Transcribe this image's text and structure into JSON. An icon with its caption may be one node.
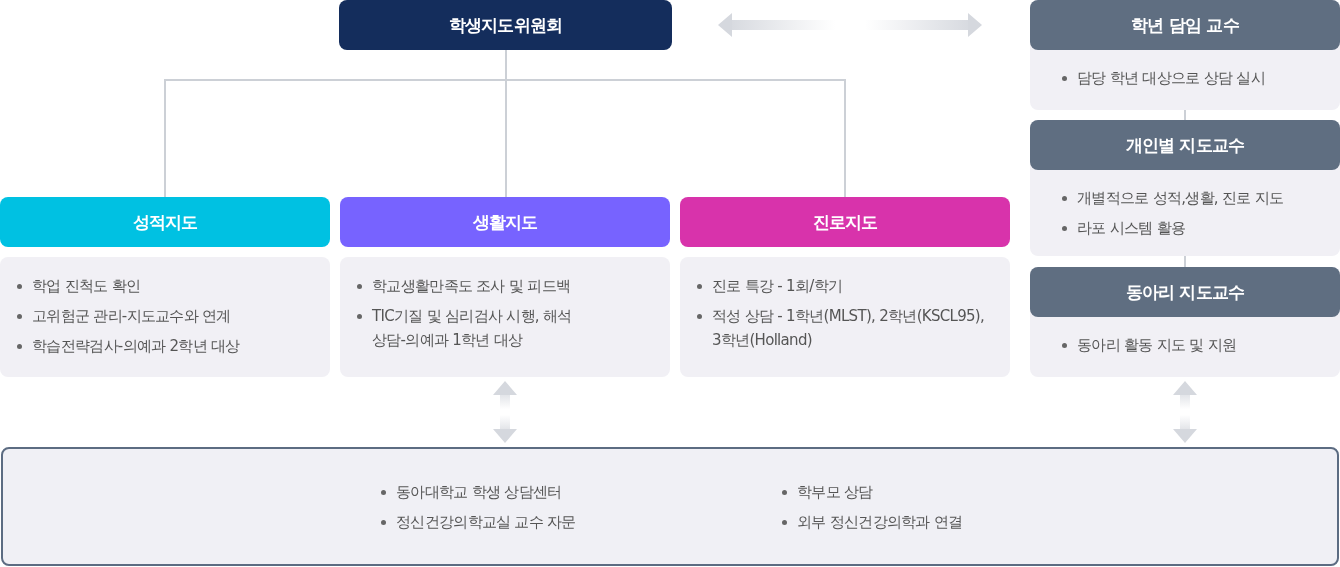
{
  "diagram": {
    "nodes": [
      {
        "text": [
          "학생지도위원회"
        ]
      },
      {
        "text": [
          "성적지도"
        ]
      },
      {
        "text": [
          "학업 진척도 확인",
          "고위험군 관리-지도교수와 연계",
          "학습전략검사-의예과 2학년 대상"
        ]
      },
      {
        "text": [
          "생활지도"
        ]
      },
      {
        "text": [
          "학교생활만족도 조사 및 피드백",
          "TIC기질 및 심리검사 시행, 해석 상담-의예과 1학년 대상"
        ]
      },
      {
        "text": [
          "진로지도"
        ]
      },
      {
        "text": [
          "진로 특강 - 1회/학기",
          "적성 상담 - 1학년(MLST), 2학년(KSCL95), 3학년(Holland)"
        ]
      },
      {
        "text": [
          "학년 담임 교수",
          "담당 학년 대상으로 상담 실시"
        ]
      },
      {
        "text": [
          "개인별 지도교수",
          "개별적으로 성적,생활, 진로 지도",
          "라포 시스템 활용"
        ]
      },
      {
        "text": [
          "동아리 지도교수",
          "동아리 활동 지도 및 지원"
        ]
      },
      {
        "text": [
          "동아대학교 학생 상담센터",
          "정신건강의학교실 교수 자문",
          "학부모 상담",
          "외부 정신건강의학과 연결"
        ]
      }
    ],
    "edges": [
      {
        "from": 0,
        "to": 1,
        "arrow": "none"
      },
      {
        "from": 0,
        "to": 3,
        "arrow": "none"
      },
      {
        "from": 0,
        "to": 5,
        "arrow": "none"
      },
      {
        "from": 0,
        "to": 7,
        "arrow": "both",
        "style": "thick"
      },
      {
        "from": 7,
        "to": 8,
        "arrow": "none"
      },
      {
        "from": 8,
        "to": 9,
        "arrow": "none"
      },
      {
        "from": 4,
        "to": 10,
        "arrow": "both",
        "style": "thick"
      },
      {
        "from": 9,
        "to": 10,
        "arrow": "both",
        "style": "thick"
      }
    ]
  }
}
